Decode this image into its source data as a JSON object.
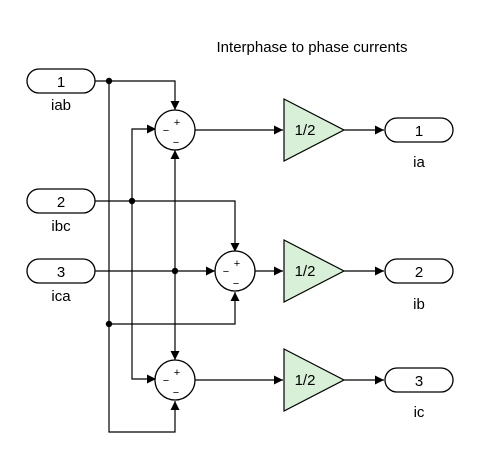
{
  "title": "Interphase to phase currents",
  "inports": [
    {
      "number": "1",
      "label": "iab"
    },
    {
      "number": "2",
      "label": "ibc"
    },
    {
      "number": "3",
      "label": "ica"
    }
  ],
  "outports": [
    {
      "number": "1",
      "label": "ia"
    },
    {
      "number": "2",
      "label": "ib"
    },
    {
      "number": "3",
      "label": "ic"
    }
  ],
  "sums": [
    {
      "signs": {
        "plus": "+",
        "minus": "−"
      }
    },
    {
      "signs": {
        "plus": "+",
        "minus": "−"
      }
    },
    {
      "signs": {
        "plus": "+",
        "minus": "−"
      }
    }
  ],
  "gains": [
    {
      "value": "1/2"
    },
    {
      "value": "1/2"
    },
    {
      "value": "1/2"
    }
  ],
  "colors": {
    "gain_fill": "#d8f0d8",
    "line": "#000000",
    "background": "#ffffff"
  }
}
